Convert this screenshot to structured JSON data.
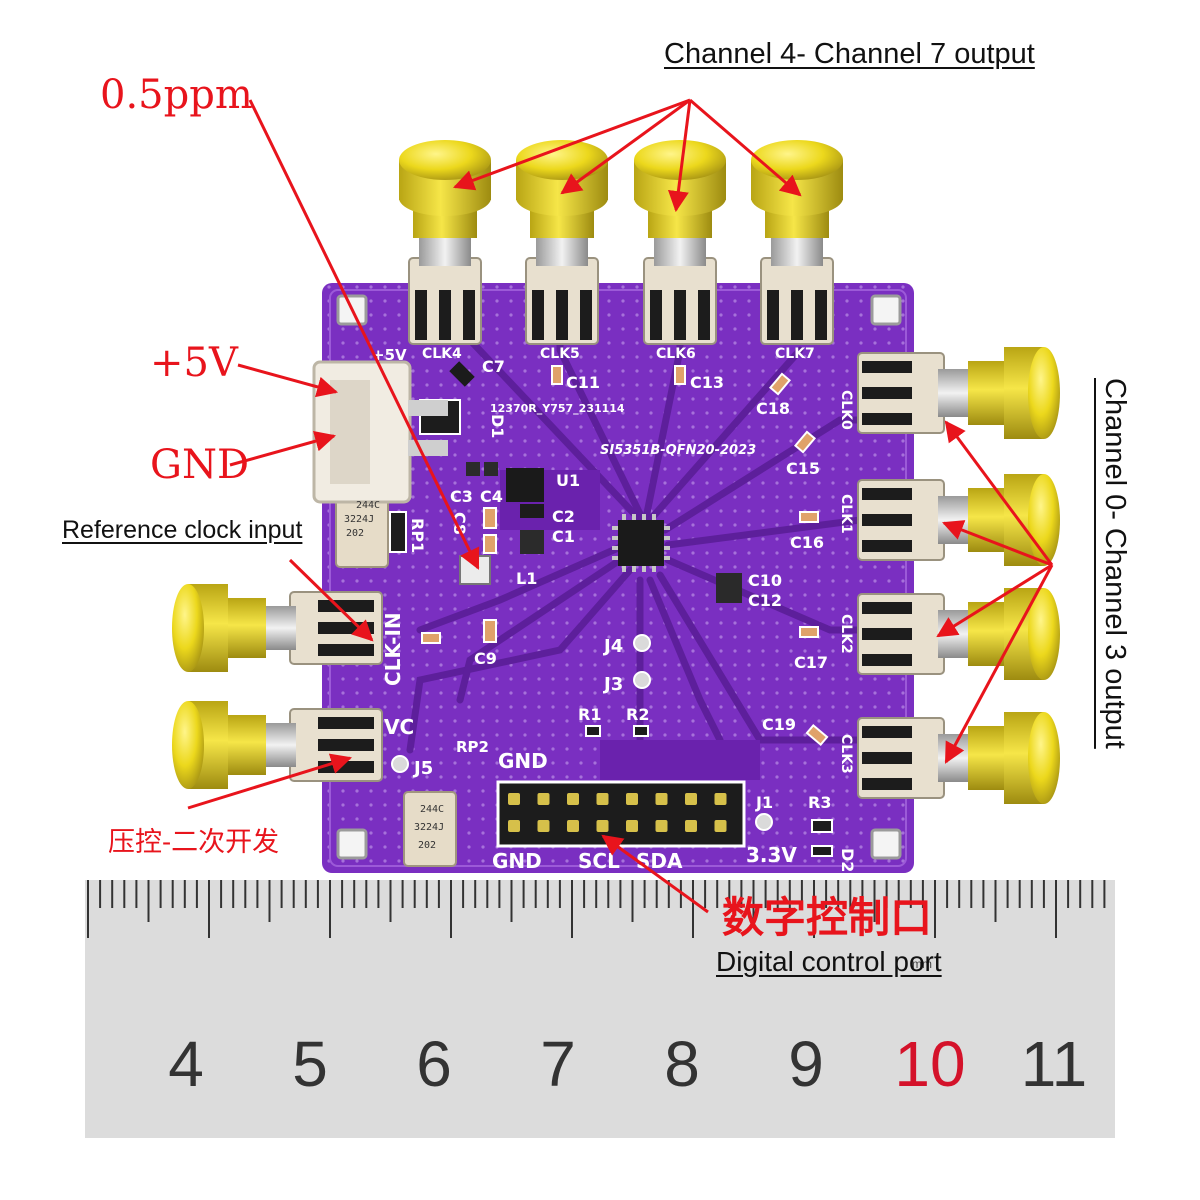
{
  "annotations": {
    "channels_top": "Channel 4- Channel 7 output",
    "ppm": "0.5ppm",
    "plus5v": "+5V",
    "gnd": "GND",
    "ref_clock": "Reference clock input",
    "channels_right": "Channel 0- Channel 3 output",
    "vc_cn": "压控-二次开发",
    "digital_cn": "数字控制口",
    "digital_en": "Digital control port"
  },
  "board": {
    "chip_label": "SI5351B-QFN20-2023",
    "pcb_code": "12370R_Y757_231114",
    "clk_top": [
      "CLK4",
      "CLK5",
      "CLK6",
      "CLK7"
    ],
    "clk_right": [
      "CLK0",
      "CLK1",
      "CLK2",
      "CLK3"
    ],
    "clk_in": "CLK-IN",
    "vc": "VC",
    "plus5v": "+5V",
    "caps": [
      "C7",
      "C11",
      "C13",
      "C18",
      "C15",
      "C16",
      "C17",
      "C19",
      "C10",
      "C12",
      "C2",
      "C1",
      "C3",
      "C4",
      "C8",
      "C9"
    ],
    "refs": [
      "D1",
      "U1",
      "L1",
      "RP1",
      "RP2",
      "R1",
      "R2",
      "R3",
      "J1",
      "J3",
      "J4",
      "J5",
      "D2"
    ],
    "header_gnd": "GND",
    "header_bottom": [
      "GND",
      "SCL",
      "SDA"
    ],
    "v33": "3.3V",
    "osc_top": "244C",
    "osc_bottom": "202",
    "osc_code": "3224J"
  },
  "ruler": {
    "numbers": [
      "4",
      "5",
      "6",
      "7",
      "8",
      "9",
      "10",
      "11"
    ],
    "unit": "mm",
    "highlight": "10"
  },
  "colors": {
    "board": "#7a2fc1",
    "annotation_red": "#e8141c",
    "sma_gold": "#e8d81a",
    "ruler": "#d9d9d9"
  }
}
